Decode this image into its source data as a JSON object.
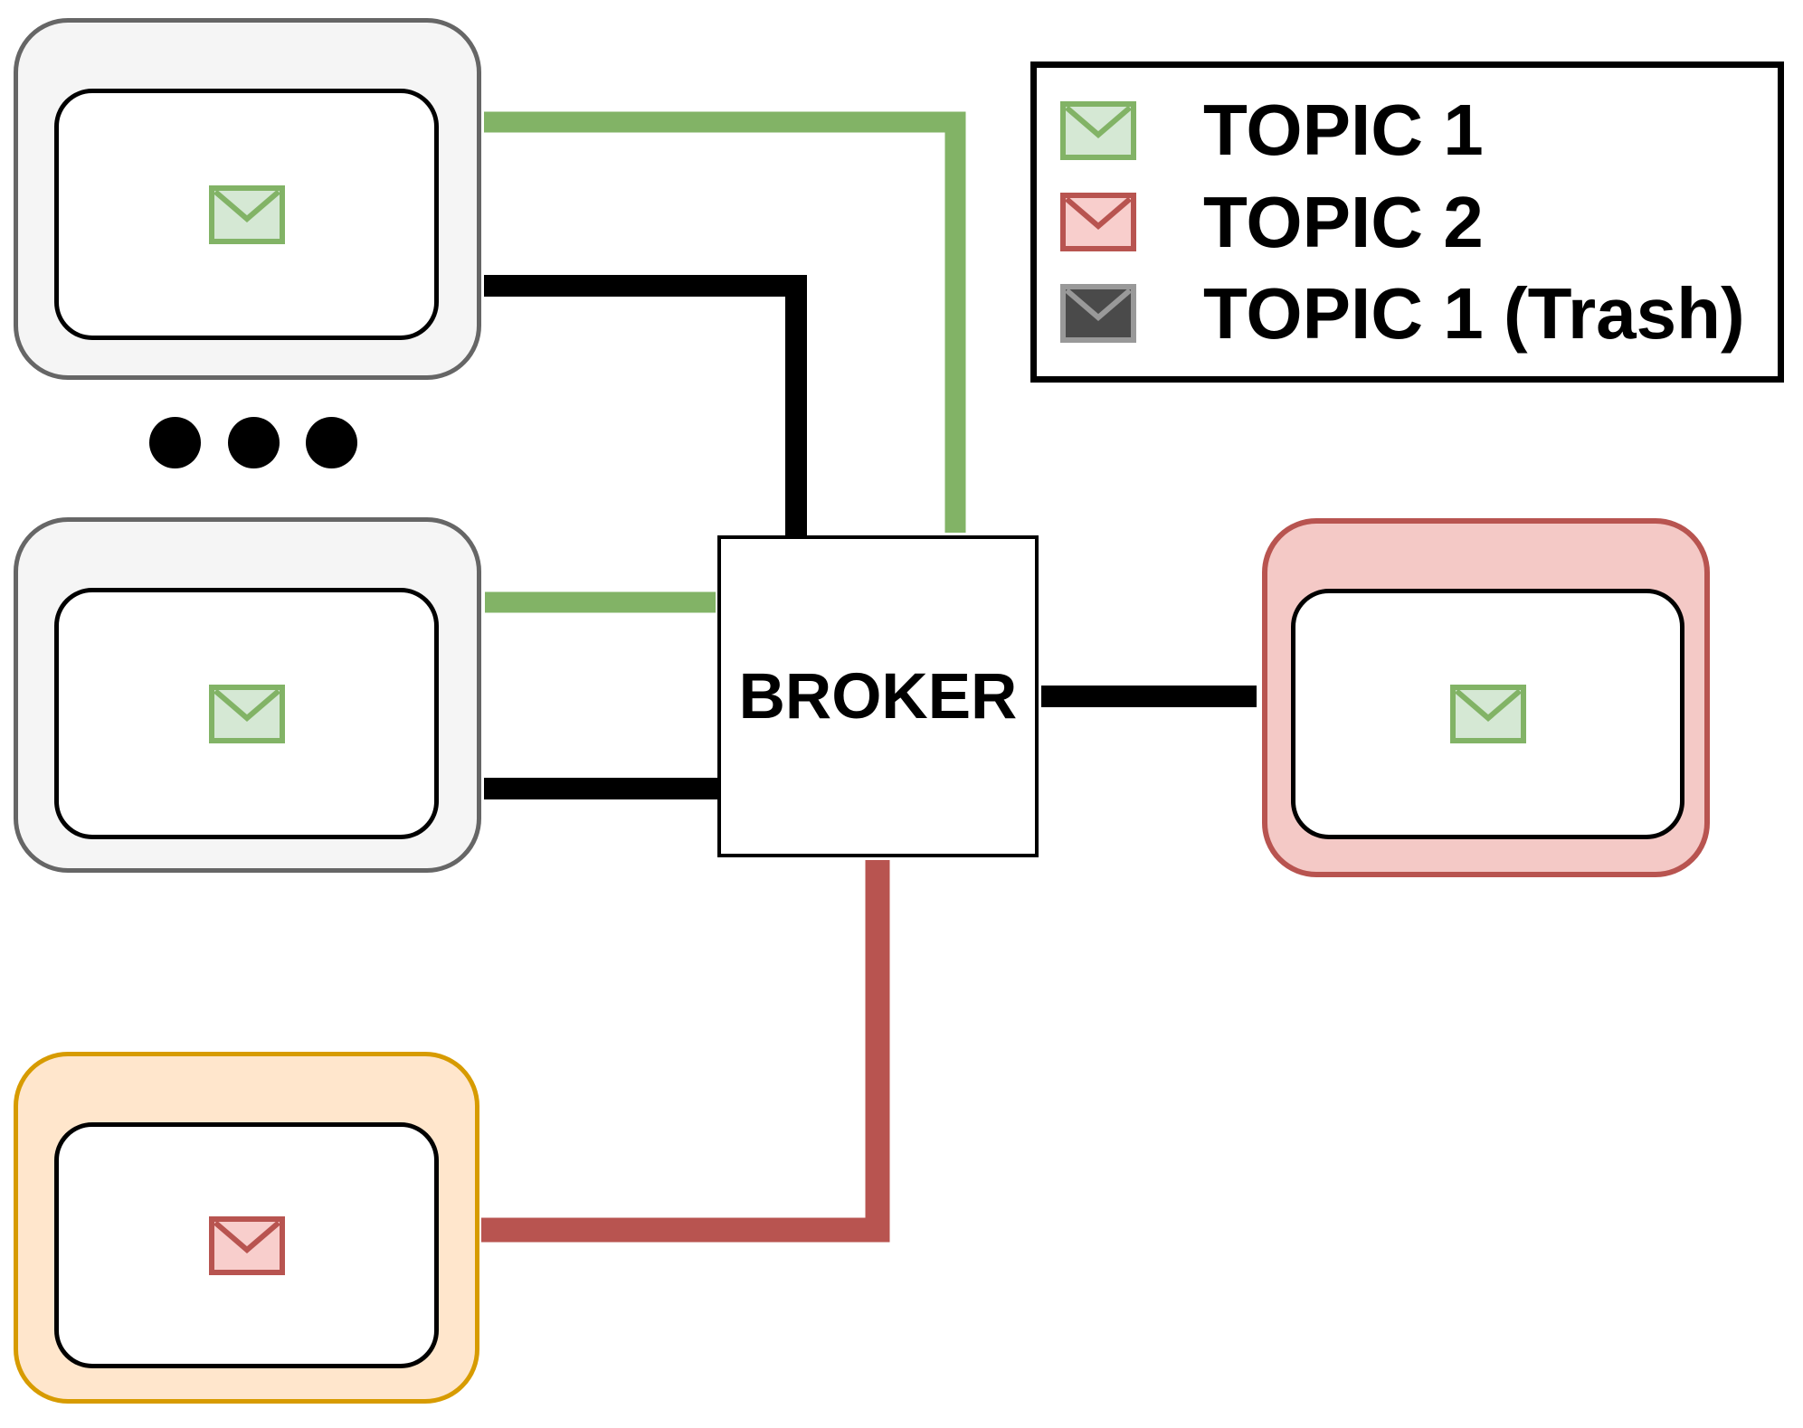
{
  "broker": {
    "label": "BROKER"
  },
  "legend": {
    "items": [
      {
        "icon": "green-envelope-icon",
        "label": "TOPIC 1"
      },
      {
        "icon": "red-envelope-icon",
        "label": "TOPIC 2"
      },
      {
        "icon": "dark-envelope-icon",
        "label": "TOPIC 1 (Trash)"
      }
    ]
  },
  "nodes": {
    "subscriber_top": {
      "icon": "green-envelope-icon"
    },
    "subscriber_bottom": {
      "icon": "green-envelope-icon"
    },
    "publisher_topic2": {
      "icon": "red-envelope-icon"
    },
    "publisher_topic1": {
      "icon": "green-envelope-icon"
    }
  },
  "icons": {
    "green-envelope-icon": {
      "fill": "#d5e8d4",
      "stroke": "#82b366",
      "flap": "#82b366"
    },
    "red-envelope-icon": {
      "fill": "#f8cecc",
      "stroke": "#b85450",
      "flap": "#b85450"
    },
    "dark-envelope-icon": {
      "fill": "#4a4a4a",
      "stroke": "#999999",
      "flap": "#999999"
    }
  },
  "colors": {
    "arrow_topic1": "#82b366",
    "arrow_topic2": "#b85450",
    "arrow_trash": "#000000",
    "subscriber_border": "#666666",
    "subscriber_fill": "#f5f5f5",
    "publisher_topic2_border": "#d79b00",
    "publisher_topic2_fill": "#ffe6cc",
    "publisher_topic1_border": "#b85450",
    "publisher_topic1_fill": "#f4c9c6",
    "canvas": "#ffffff"
  }
}
